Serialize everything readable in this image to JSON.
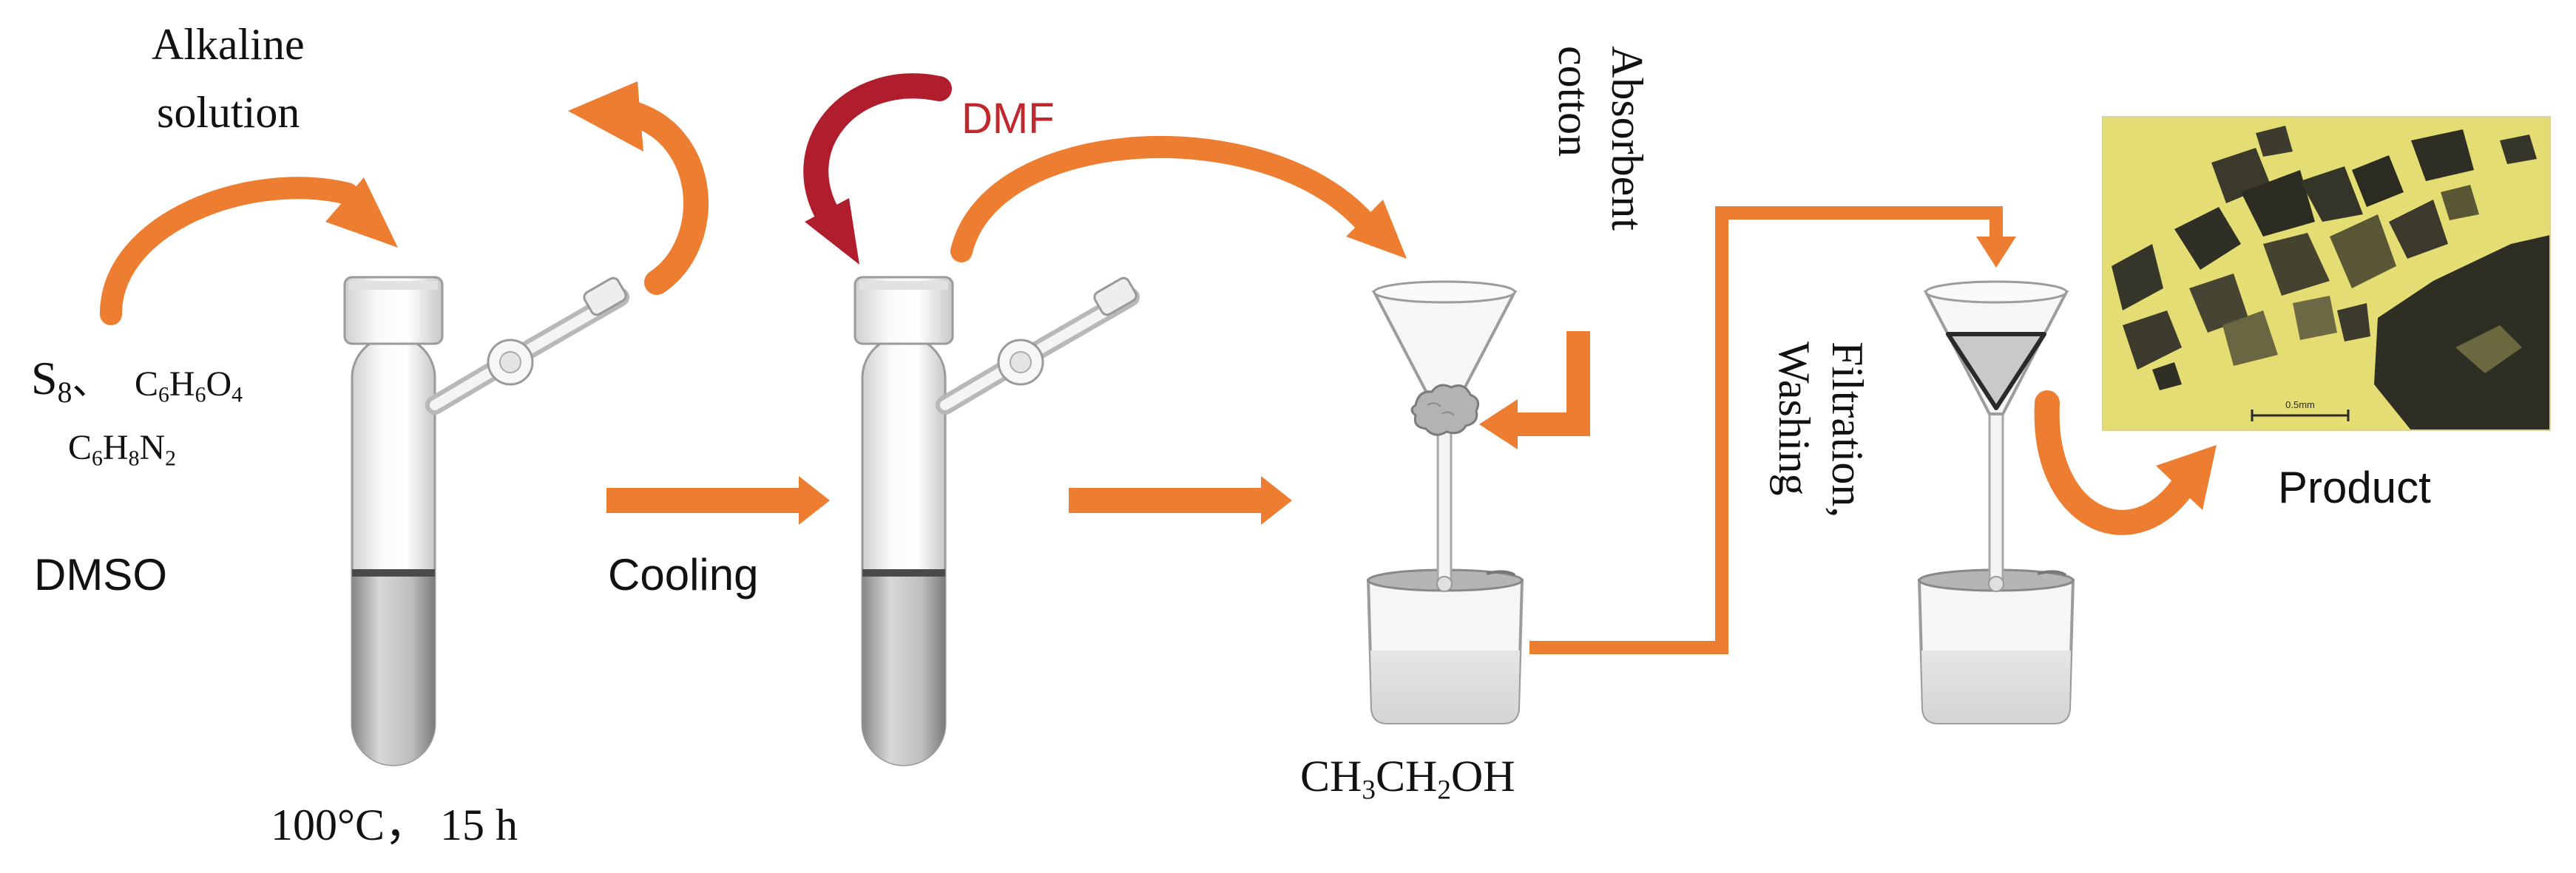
{
  "labels": {
    "alkaline_line1": "Alkaline",
    "alkaline_line2": "solution",
    "dmf": "DMF",
    "absorbent_line1": "Absorbent",
    "absorbent_line2": "cotton",
    "filtration_line1": "Filtration,",
    "filtration_line2": "Washing",
    "cooling": "Cooling",
    "dmso": "DMSO",
    "product": "Product",
    "conditions": "100°C， 15 h",
    "scale_bar": "0.5mm"
  },
  "reagents": {
    "sulfur": {
      "base": "S",
      "sub": "8",
      "sep": "、"
    },
    "c6h6o4": [
      {
        "t": "C"
      },
      {
        "s": "6"
      },
      {
        "t": "H"
      },
      {
        "s": "6"
      },
      {
        "t": "O"
      },
      {
        "s": "4"
      }
    ],
    "c6h8n2": [
      {
        "t": "C"
      },
      {
        "s": "6"
      },
      {
        "t": "H"
      },
      {
        "s": "8"
      },
      {
        "t": "N"
      },
      {
        "s": "2"
      }
    ],
    "ethanol": [
      {
        "t": "CH"
      },
      {
        "s": "3"
      },
      {
        "t": "CH"
      },
      {
        "s": "2"
      },
      {
        "t": "OH"
      }
    ]
  },
  "colors": {
    "orange": "#ED7D31",
    "dark_red": "#B01E2E",
    "dmf_text": "#C0282E",
    "micrograph_bg": "#E9E27A",
    "flake_dark": "#2E2E24"
  },
  "icons": [
    "reaction-tube-icon",
    "funnel-icon",
    "beaker-icon",
    "cotton-ball-icon",
    "micrograph-image"
  ]
}
